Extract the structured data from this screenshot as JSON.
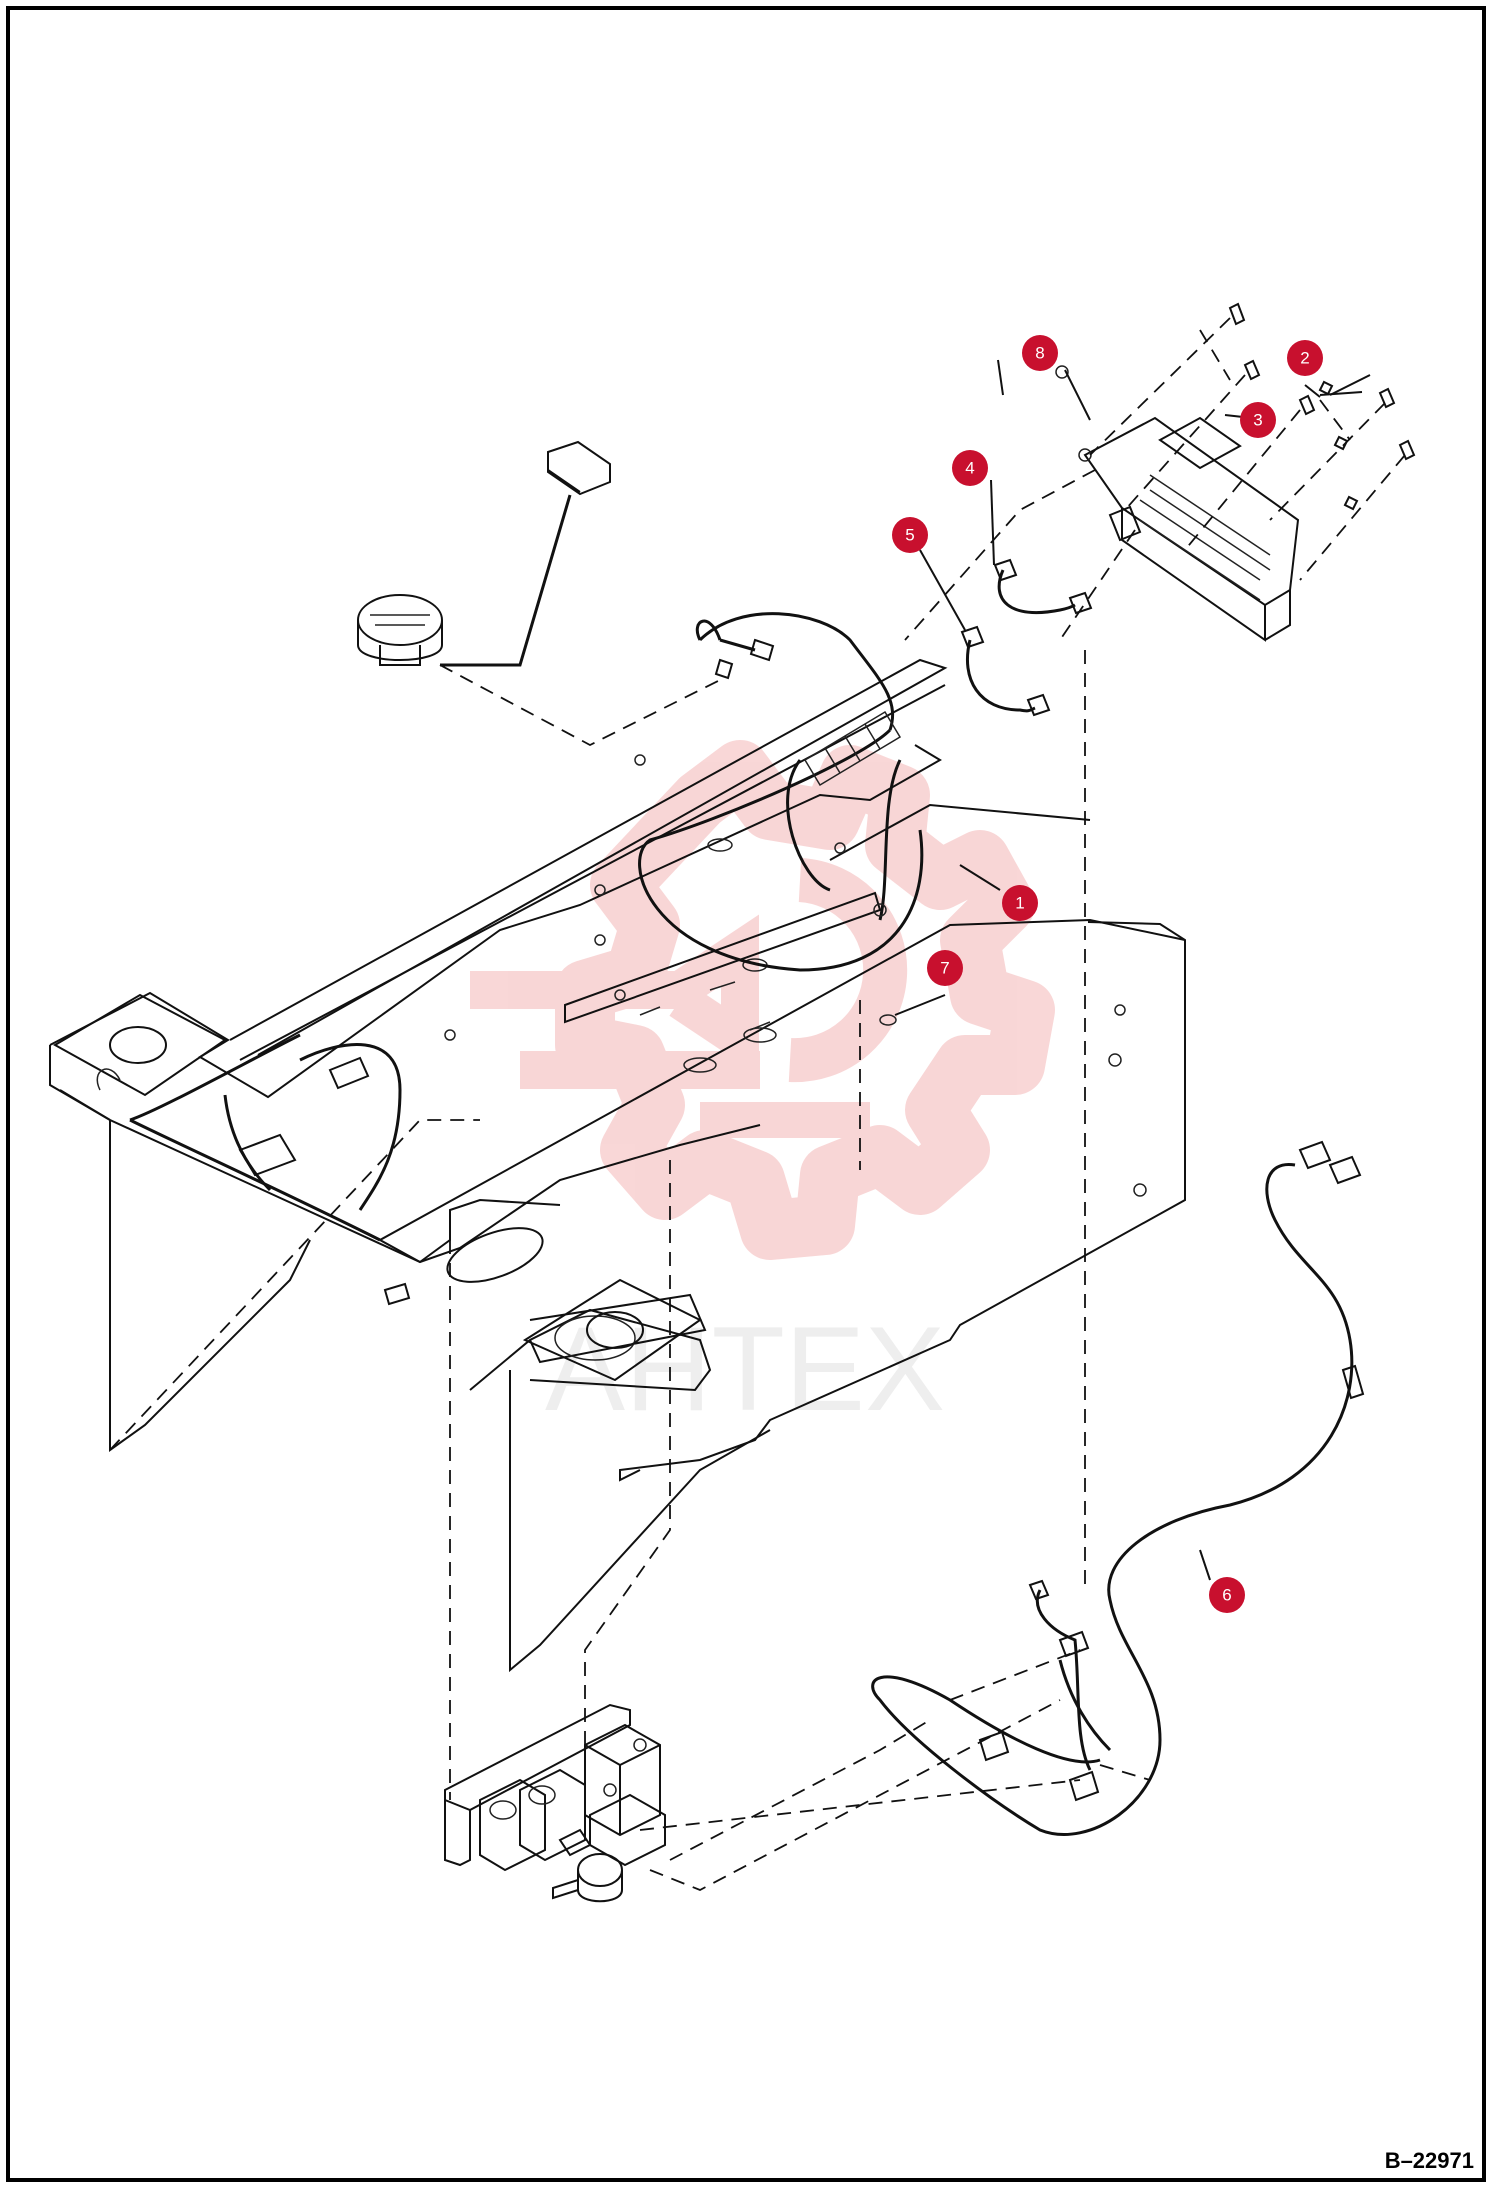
{
  "figure_id": "B–22971",
  "watermark": "AHTEX",
  "colors": {
    "callout": "#c8102e",
    "watermark": "#f4b6b6",
    "line": "#111111"
  },
  "callouts": [
    "1",
    "2",
    "3",
    "4",
    "5",
    "6",
    "7",
    "8"
  ]
}
